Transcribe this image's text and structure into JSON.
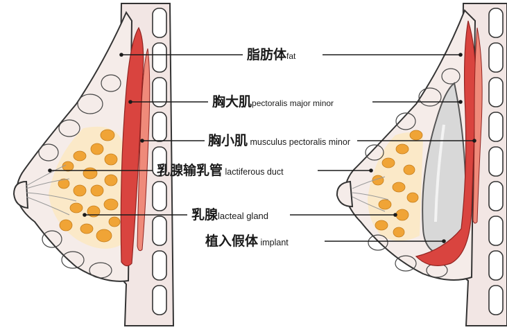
{
  "labels": [
    {
      "key": "fat",
      "zh": "脂肪体",
      "en": "fat"
    },
    {
      "key": "pec_major",
      "zh": "胸大肌",
      "en": "pectoralis major minor"
    },
    {
      "key": "pec_minor",
      "zh": "胸小肌",
      "en": " musculus pectoralis minor"
    },
    {
      "key": "duct",
      "zh": "乳腺输乳管",
      "en": " lactiferous duct"
    },
    {
      "key": "gland",
      "zh": "乳腺",
      "en": "lacteal gland"
    },
    {
      "key": "implant",
      "zh": "植入假体",
      "en": " implant"
    }
  ],
  "colors": {
    "muscle": "#d9443f",
    "muscle_light": "#ef8a7a",
    "skin": "#f3e8e6",
    "fat_lobe": "#f0a436",
    "fat_bg": "#fbe9c8",
    "outline": "#333333",
    "implant": "#d8d8d8",
    "rib": "#ffffff"
  }
}
